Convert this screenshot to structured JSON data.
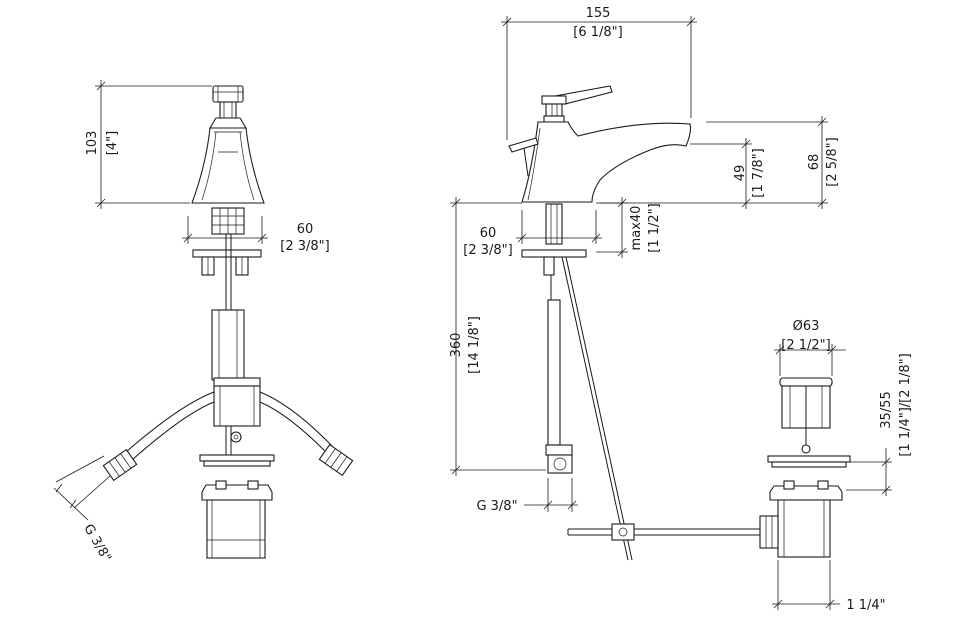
{
  "colors": {
    "line": "#1a1a1a",
    "background": "#ffffff"
  },
  "dimensions": {
    "front_height": {
      "value": "103",
      "inch": "[4\"]"
    },
    "front_base": {
      "value": "60",
      "inch": "[2 3/8\"]"
    },
    "front_thread": {
      "value": "G 3/8\""
    },
    "side_width": {
      "value": "155",
      "inch": "[6 1/8\"]"
    },
    "side_spout": {
      "value": "49",
      "inch": "[1 7/8\"]"
    },
    "side_total": {
      "value": "68",
      "inch": "[2 5/8\"]"
    },
    "side_base": {
      "value": "60",
      "inch": "[2 3/8\"]"
    },
    "side_deck": {
      "value": "max40",
      "inch": "[1 1/2\"]"
    },
    "side_hose": {
      "value": "360",
      "inch": "[14 1/8\"]"
    },
    "side_thread": {
      "value": "G 3/8\""
    },
    "drain_diameter": {
      "value": "Ø63",
      "inch": "[2 1/2\"]"
    },
    "drain_height": {
      "value": "35/55",
      "inch": "[1 1/4\"]/[2 1/8\"]"
    },
    "drain_outlet": {
      "value": "1 1/4\""
    }
  }
}
